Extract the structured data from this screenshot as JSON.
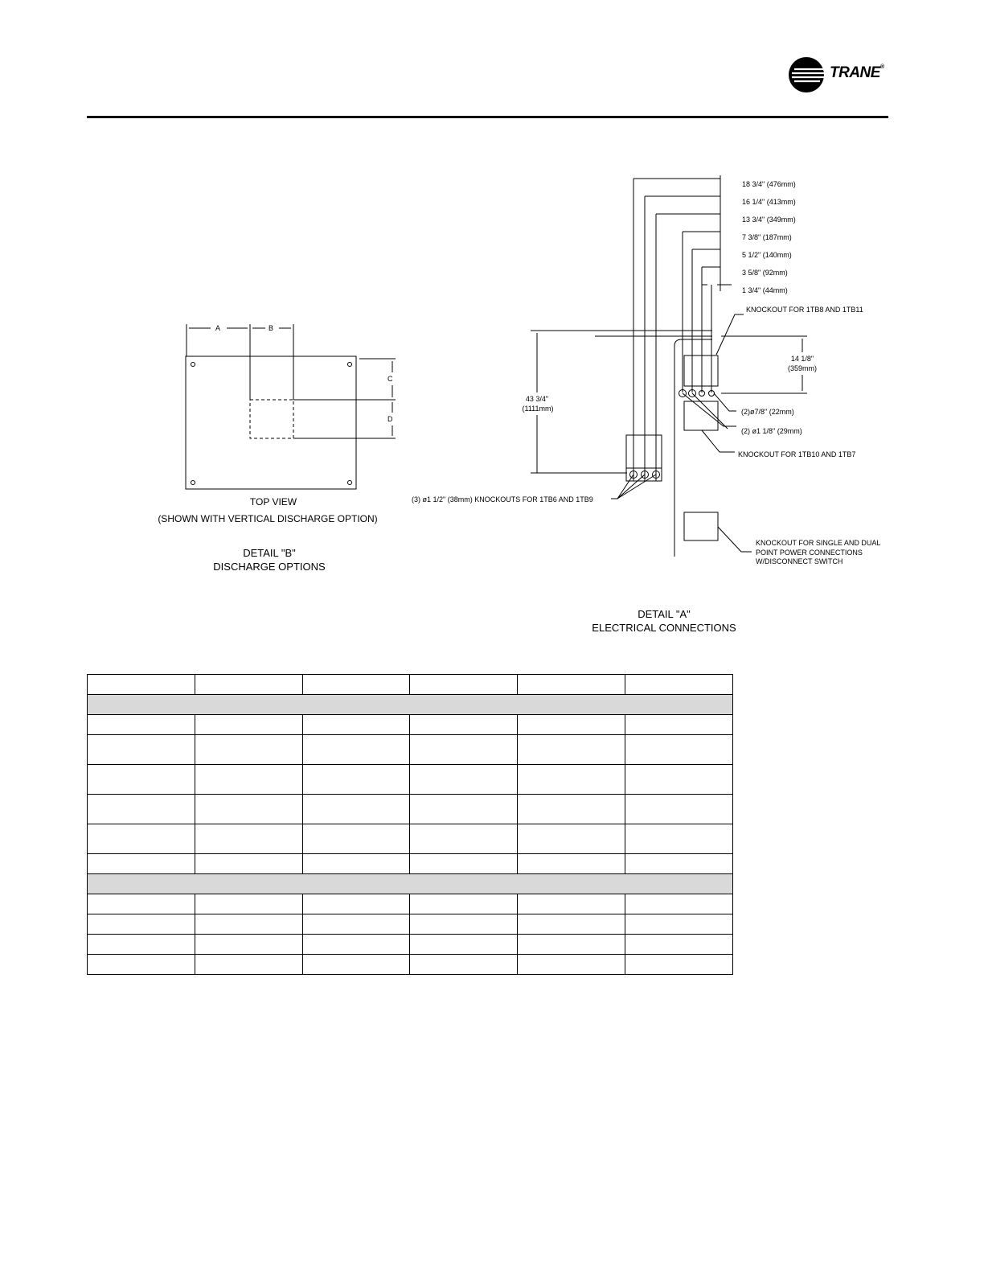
{
  "header": {
    "brand": "TRANE",
    "brand_mark": "®"
  },
  "detail_b": {
    "dim_a": "A",
    "dim_b": "B",
    "dim_c": "C",
    "dim_d": "D",
    "view_title": "TOP VIEW",
    "view_note": "(SHOWN WITH VERTICAL DISCHARGE OPTION)",
    "detail_title": "DETAIL \"B\"",
    "detail_subtitle": "DISCHARGE OPTIONS"
  },
  "detail_a": {
    "dims": [
      "18 3/4\" (476mm)",
      "16 1/4\" (413mm)",
      "13 3/4\" (349mm)",
      "7 3/8\" (187mm)",
      "5 1/2\" (140mm)",
      "3 5/8\" (92mm)",
      "1 3/4\" (44mm)"
    ],
    "ko_1tb8_1tb11": "KNOCKOUT FOR 1TB8 AND 1TB11",
    "dim_14_line1": "14 1/8\"",
    "dim_14_line2": "(359mm)",
    "dim_43_line1": "43 3/4\"",
    "dim_43_line2": "(1111mm)",
    "ko_22mm": "(2)ø7/8\" (22mm)",
    "ko_29mm": "(2) ø1 1/8\" (29mm)",
    "ko_1tb10_1tb7": "KNOCKOUT FOR 1TB10 AND 1TB7",
    "ko_1tb6_1tb9": "(3) ø1 1/2\" (38mm) KNOCKOUTS FOR 1TB6 AND 1TB9",
    "ko_power_line1": "KNOCKOUT FOR SINGLE AND DUAL",
    "ko_power_line2": "POINT POWER CONNECTIONS",
    "ko_power_line3": "W/DISCONNECT SWITCH",
    "detail_title": "DETAIL \"A\"",
    "detail_subtitle": "ELECTRICAL CONNECTIONS"
  },
  "colors": {
    "section_fill": "#d9d9d9",
    "ink": "#000000"
  }
}
